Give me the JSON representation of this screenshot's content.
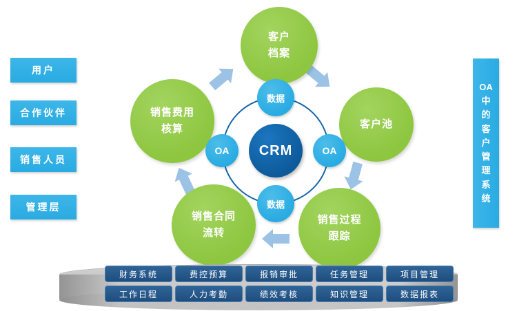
{
  "left_panel": {
    "items": [
      {
        "label": "用户"
      },
      {
        "label": "合作伙伴"
      },
      {
        "label": "销售人员"
      },
      {
        "label": "管理层"
      }
    ]
  },
  "right_panel": {
    "title": "OA中的客户管理系统",
    "segments": [
      "OA",
      "中",
      "的",
      "客",
      "户",
      "管",
      "理",
      "系",
      "统"
    ]
  },
  "diagram": {
    "center_label": "CRM",
    "connector_left": "OA",
    "connector_right": "OA",
    "data_top": "数据",
    "data_bottom": "数据",
    "nodes": {
      "top": "客户\n档案",
      "left": "销售费用\n核算",
      "right": "客户池",
      "bottom_left": "销售合同\n流转",
      "bottom_right": "销售过程\n跟踪"
    }
  },
  "platform": {
    "row1": [
      "财务系统",
      "费控预算",
      "报销审批",
      "任务管理",
      "项目管理"
    ],
    "row2": [
      "工作日程",
      "人力考勤",
      "绩效考核",
      "知识管理",
      "数据报表"
    ]
  },
  "colors": {
    "blue": "#29abe2",
    "green": "#8dc63f",
    "dark_blue": "#0d5a9a",
    "navy": "#1e4e7e",
    "arrow": "#9cc2e5",
    "ring": "#1565a8"
  }
}
